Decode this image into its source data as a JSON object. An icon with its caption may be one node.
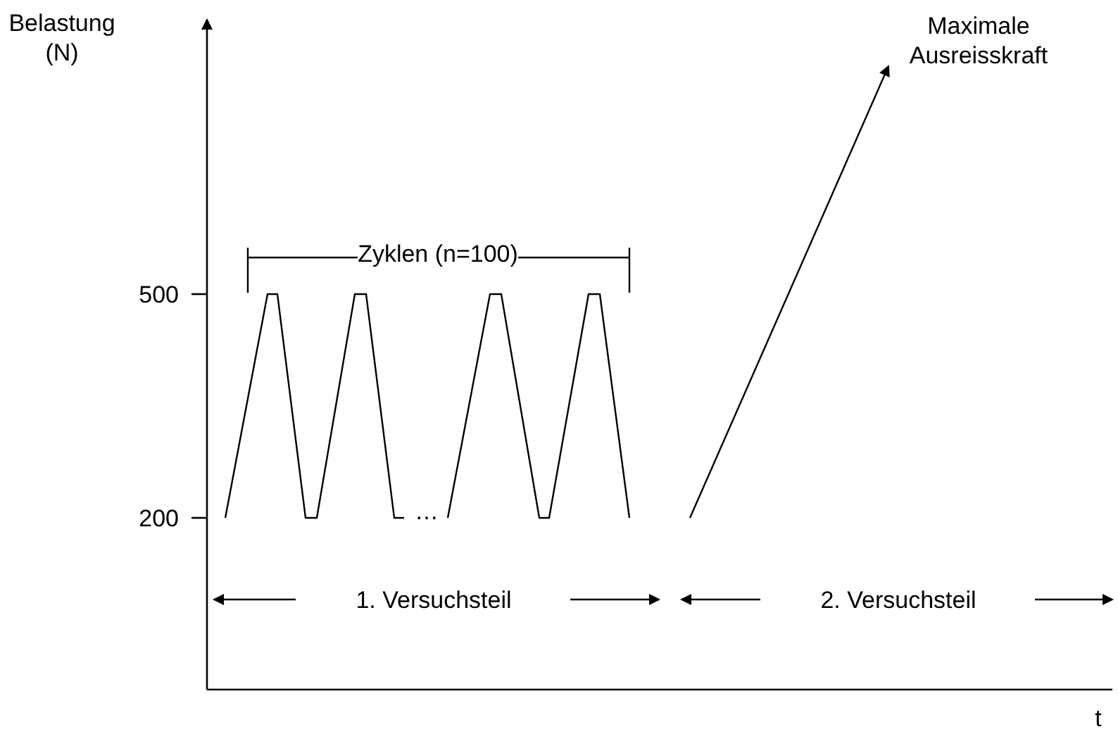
{
  "diagram": {
    "labels": [
      "Belastung (N)",
      "500",
      "200",
      "t",
      "Zyklen (n=100)",
      "…",
      "Maximale Ausreisskraft",
      "1. Versuchsteil",
      "2. Versuchsteil"
    ]
  }
}
